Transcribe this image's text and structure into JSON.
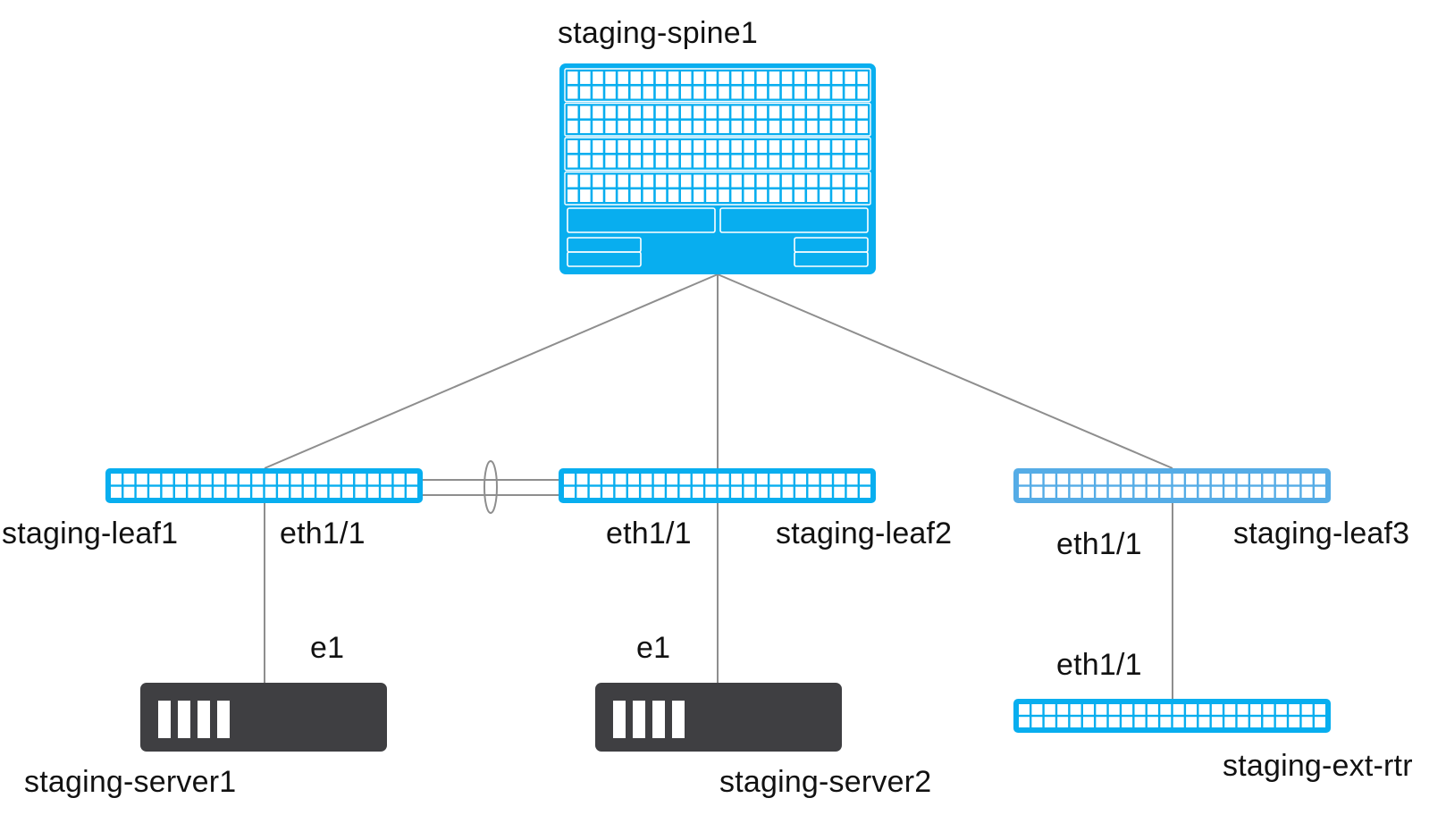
{
  "diagram": {
    "type": "network-topology",
    "colors": {
      "switch": "#08AEEF",
      "switch_alt": "#55ACE6",
      "server": "#3F3F42",
      "link": "#8E8E8E",
      "port": "#FFFFFF"
    },
    "nodes": [
      {
        "id": "spine1",
        "label": "staging-spine1",
        "kind": "spine-switch",
        "ports_per_row": 24,
        "port_rows": 8
      },
      {
        "id": "leaf1",
        "label": "staging-leaf1",
        "kind": "leaf-switch",
        "ports_per_row": 24,
        "port_rows": 2
      },
      {
        "id": "leaf2",
        "label": "staging-leaf2",
        "kind": "leaf-switch",
        "ports_per_row": 24,
        "port_rows": 2
      },
      {
        "id": "leaf3",
        "label": "staging-leaf3",
        "kind": "leaf-switch",
        "ports_per_row": 24,
        "port_rows": 2
      },
      {
        "id": "extrtr",
        "label": "staging-ext-rtr",
        "kind": "router-switch",
        "ports_per_row": 24,
        "port_rows": 2
      },
      {
        "id": "server1",
        "label": "staging-server1",
        "kind": "server",
        "bays": 4
      },
      {
        "id": "server2",
        "label": "staging-server2",
        "kind": "server",
        "bays": 4
      }
    ],
    "links": [
      {
        "from": "spine1",
        "to": "leaf1"
      },
      {
        "from": "spine1",
        "to": "leaf2"
      },
      {
        "from": "spine1",
        "to": "leaf3"
      },
      {
        "from": "leaf1",
        "to": "leaf2",
        "type": "port-channel",
        "members": 2
      },
      {
        "from": "leaf1",
        "to": "server1",
        "from_port": "eth1/1",
        "to_port": "e1"
      },
      {
        "from": "leaf2",
        "to": "server2",
        "from_port": "eth1/1",
        "to_port": "e1"
      },
      {
        "from": "leaf3",
        "to": "extrtr",
        "from_port": "eth1/1",
        "to_port": "eth1/1"
      }
    ],
    "labels": {
      "spine1": "staging-spine1",
      "leaf1": "staging-leaf1",
      "leaf2": "staging-leaf2",
      "leaf3": "staging-leaf3",
      "extrtr": "staging-ext-rtr",
      "server1": "staging-server1",
      "server2": "staging-server2",
      "leaf1_port": "eth1/1",
      "leaf2_port": "eth1/1",
      "leaf3_port": "eth1/1",
      "extrtr_port": "eth1/1",
      "server1_port": "e1",
      "server2_port": "e1"
    }
  }
}
